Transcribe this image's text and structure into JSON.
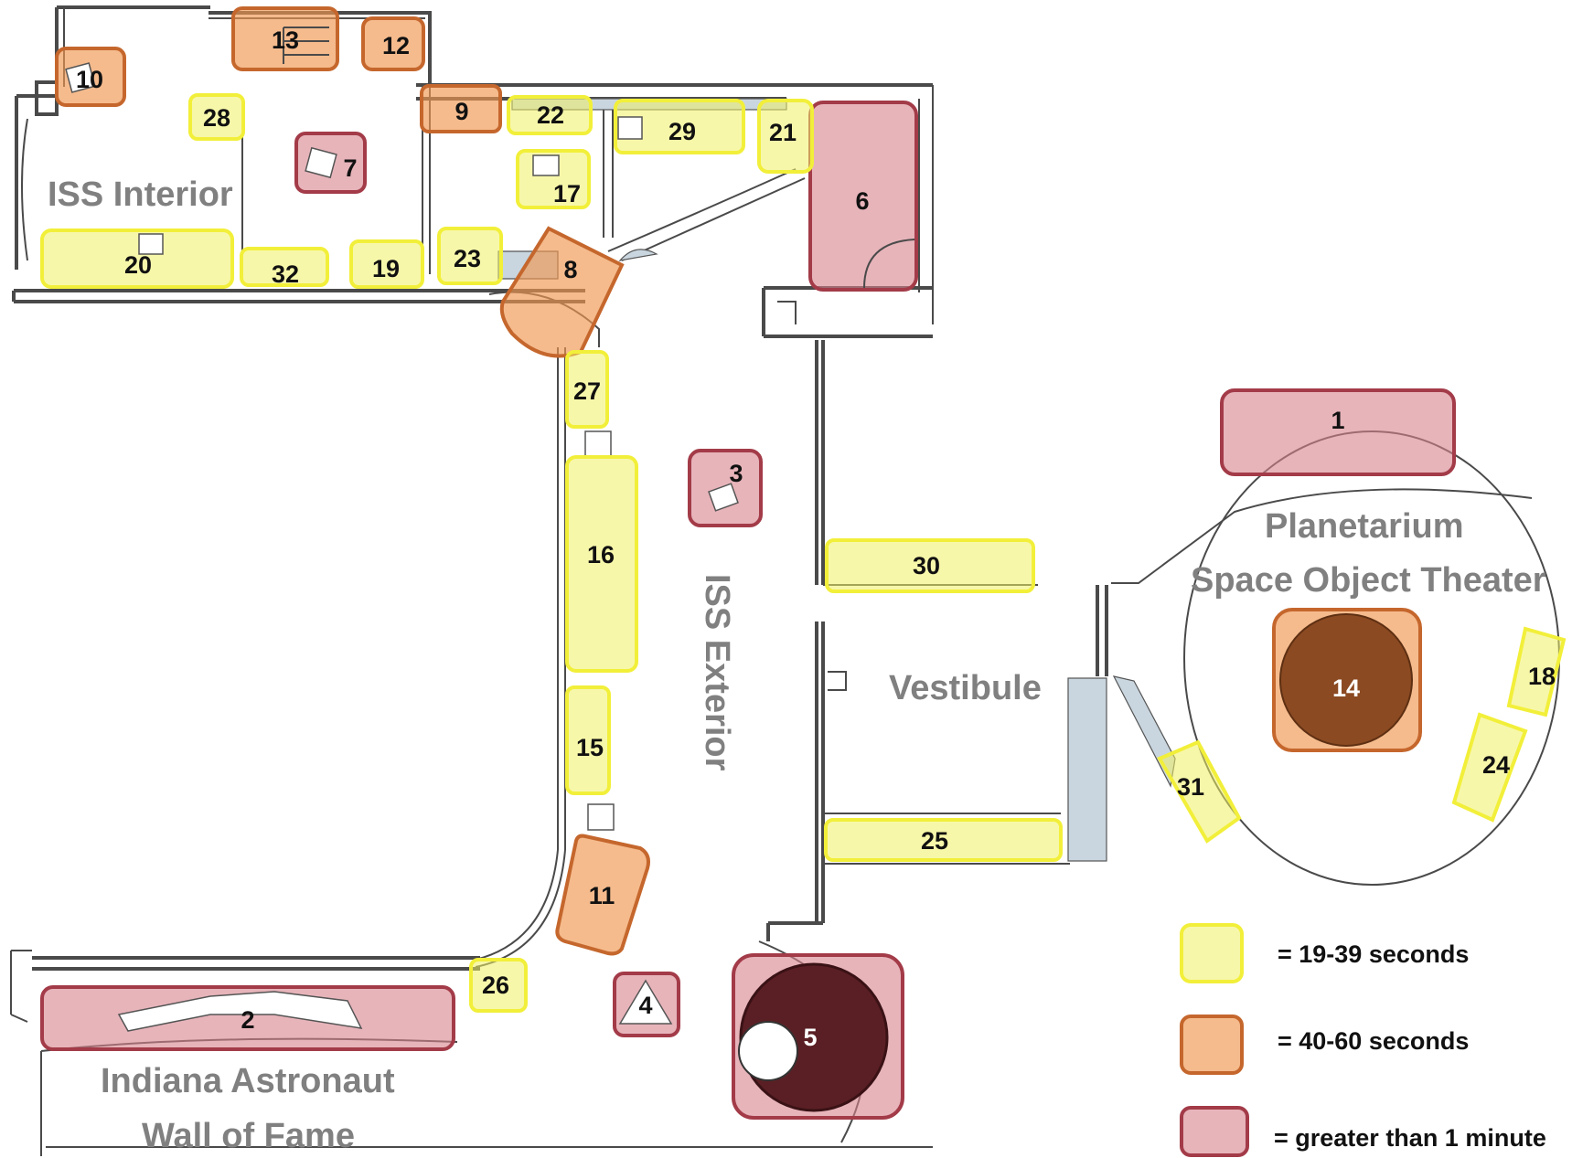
{
  "areas": {
    "iss_interior": "ISS Interior",
    "iss_exterior": "ISS Exterior",
    "planetarium_line1": "Planetarium",
    "planetarium_line2": "Space Object Theater",
    "vestibule": "Vestibule",
    "wall_of_fame_line1": "Indiana Astronaut",
    "wall_of_fame_line2": "Wall of Fame"
  },
  "exhibits": [
    {
      "label": "1",
      "category": "greater than 1 minute"
    },
    {
      "label": "2",
      "category": "greater than 1 minute"
    },
    {
      "label": "3",
      "category": "greater than 1 minute"
    },
    {
      "label": "4",
      "category": "greater than 1 minute"
    },
    {
      "label": "5",
      "category": "greater than 1 minute"
    },
    {
      "label": "6",
      "category": "greater than 1 minute"
    },
    {
      "label": "7",
      "category": "greater than 1 minute"
    },
    {
      "label": "8",
      "category": "40-60 seconds"
    },
    {
      "label": "9",
      "category": "40-60 seconds"
    },
    {
      "label": "10",
      "category": "40-60 seconds"
    },
    {
      "label": "11",
      "category": "40-60 seconds"
    },
    {
      "label": "12",
      "category": "40-60 seconds"
    },
    {
      "label": "13",
      "category": "40-60 seconds"
    },
    {
      "label": "14",
      "category": "40-60 seconds"
    },
    {
      "label": "15",
      "category": "19-39 seconds"
    },
    {
      "label": "16",
      "category": "19-39 seconds"
    },
    {
      "label": "17",
      "category": "19-39 seconds"
    },
    {
      "label": "18",
      "category": "19-39 seconds"
    },
    {
      "label": "19",
      "category": "19-39 seconds"
    },
    {
      "label": "20",
      "category": "19-39 seconds"
    },
    {
      "label": "21",
      "category": "19-39 seconds"
    },
    {
      "label": "22",
      "category": "19-39 seconds"
    },
    {
      "label": "23",
      "category": "19-39 seconds"
    },
    {
      "label": "24",
      "category": "19-39 seconds"
    },
    {
      "label": "25",
      "category": "19-39 seconds"
    },
    {
      "label": "26",
      "category": "19-39 seconds"
    },
    {
      "label": "27",
      "category": "19-39 seconds"
    },
    {
      "label": "28",
      "category": "19-39 seconds"
    },
    {
      "label": "29",
      "category": "19-39 seconds"
    },
    {
      "label": "30",
      "category": "19-39 seconds"
    },
    {
      "label": "31",
      "category": "19-39 seconds"
    },
    {
      "label": "32",
      "category": "19-39 seconds"
    }
  ],
  "legend": [
    {
      "text": "= 19-39 seconds",
      "color": "#f2ef3a"
    },
    {
      "text": "= 40-60 seconds",
      "color": "#c5672d"
    },
    {
      "text": "= greater than 1 minute",
      "color": "#a33b48"
    }
  ],
  "colors": {
    "yellow_fill": "#f5f3a0",
    "orange_fill": "#f3b98f",
    "red_fill": "#e6b5b9",
    "planetarium_dome": "#8b4a22",
    "glass": "#c9d6df"
  }
}
